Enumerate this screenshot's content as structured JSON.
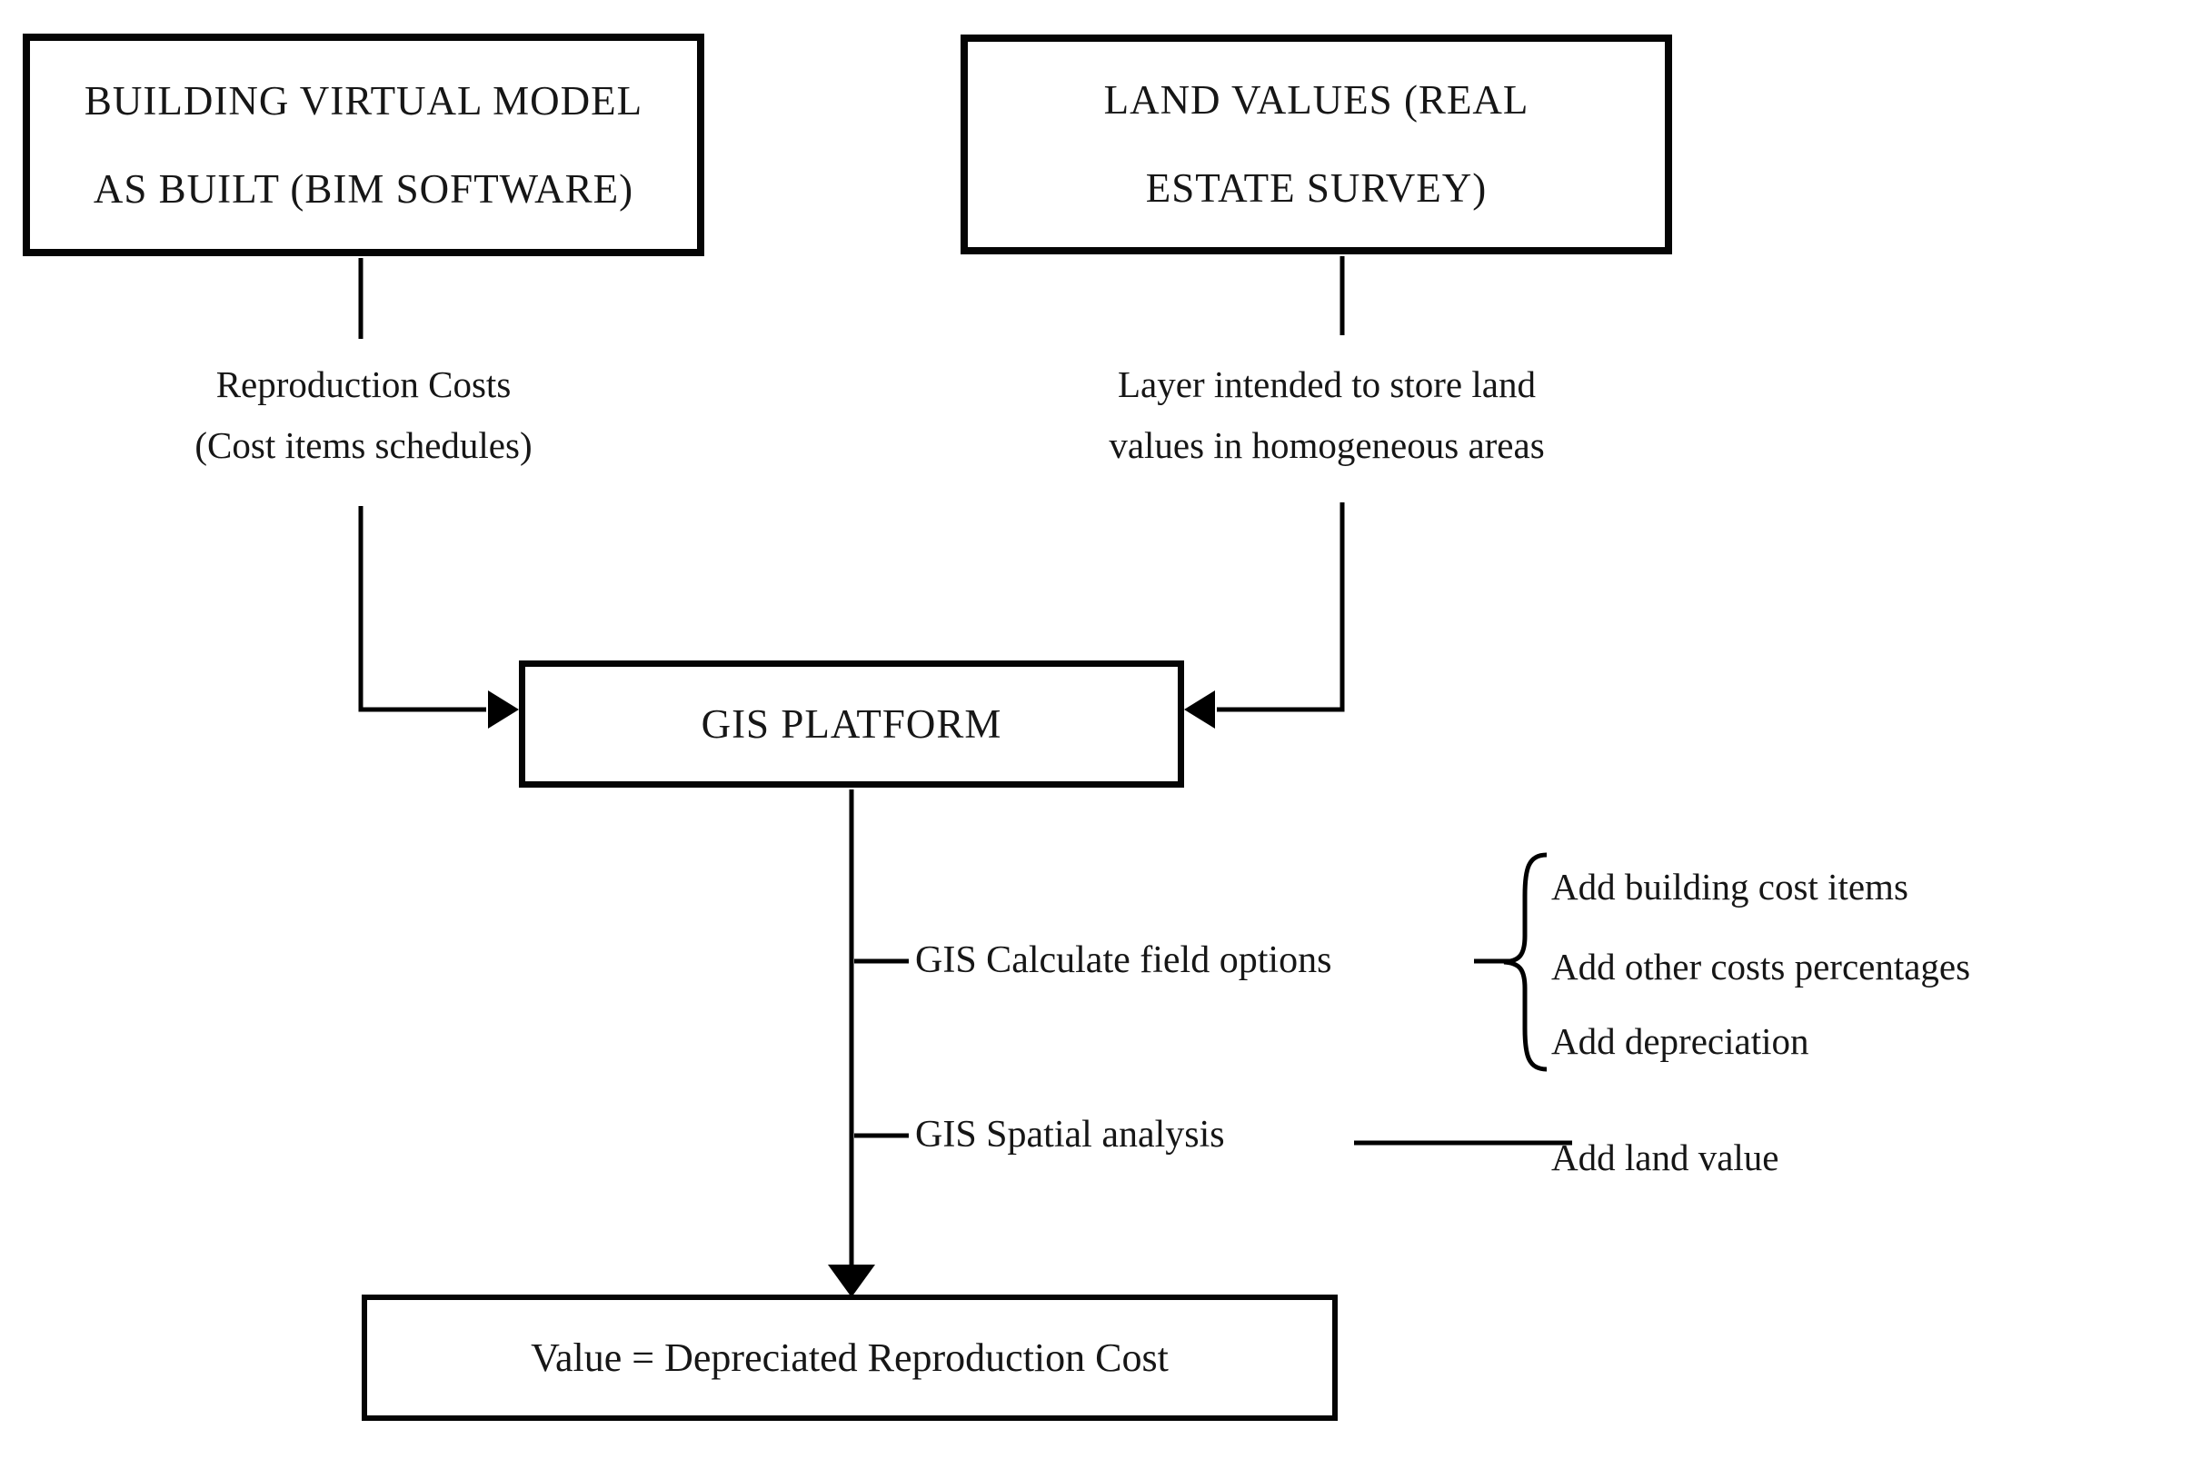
{
  "diagram": {
    "bim_box": {
      "lines": [
        "BUILDING VIRTUAL MODEL",
        "AS BUILT (BIM SOFTWARE)"
      ]
    },
    "land_box": {
      "lines": [
        "LAND VALUES (REAL",
        "ESTATE SURVEY)"
      ]
    },
    "left_connector_label": {
      "lines": [
        "Reproduction Costs",
        "(Cost items schedules)"
      ]
    },
    "right_connector_label": {
      "lines": [
        "Layer intended to store land",
        "values in homogeneous areas"
      ]
    },
    "gis_box": {
      "label": "GIS PLATFORM"
    },
    "calculate_row": {
      "label": "GIS Calculate field options",
      "items": [
        "Add building cost items",
        "Add other costs percentages",
        "Add depreciation"
      ]
    },
    "spatial_row": {
      "label": "GIS Spatial analysis",
      "item": "Add land value"
    },
    "result_box": {
      "label": "Value = Depreciated Reproduction Cost"
    },
    "colors": {
      "line": "#000000",
      "text": "#161616",
      "background": "#ffffff"
    }
  }
}
